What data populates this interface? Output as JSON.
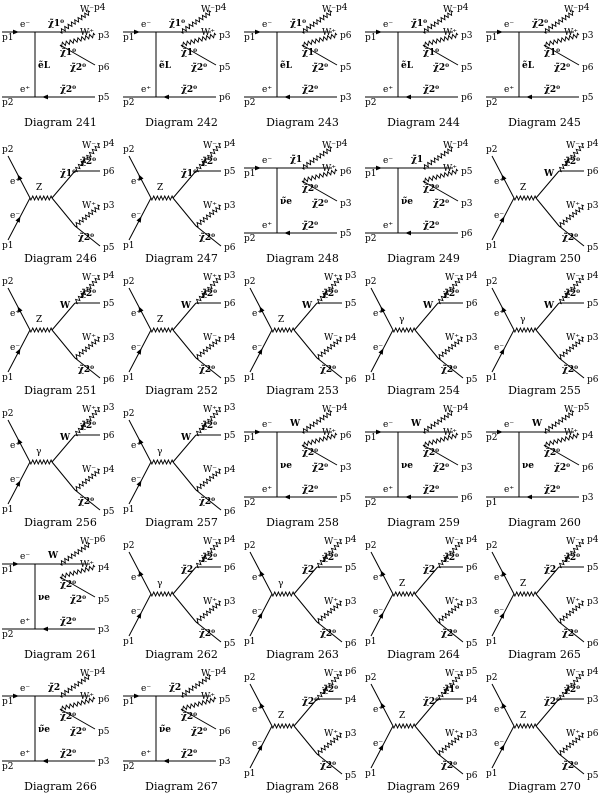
{
  "diagrams": [
    {
      "id": "241",
      "caption": "Diagram 241",
      "topology": "T",
      "labels": {
        "in_top": "p1",
        "in_bot": "p2",
        "prop": "χ̃1⁰",
        "prop2": "ẽL",
        "top_f": "e⁻",
        "bot_f": "e⁺",
        "o1": "p4",
        "o2": "p3",
        "o3": "p6",
        "o4": "p5",
        "b1": "W⁻",
        "b2": "W⁺",
        "n1": "χ̃1⁰",
        "n2": "χ̃2⁰",
        "n3": "χ̃2⁰"
      }
    },
    {
      "id": "242",
      "caption": "Diagram 242",
      "topology": "T",
      "labels": {
        "in_top": "p1",
        "in_bot": "p2",
        "prop": "χ̃1⁰",
        "prop2": "ẽL",
        "top_f": "e⁻",
        "bot_f": "e⁺",
        "o1": "p4",
        "o2": "p3",
        "o3": "p5",
        "o4": "p6",
        "b1": "W⁻",
        "b2": "W⁺",
        "n1": "χ̃1⁰",
        "n2": "χ̃2⁰",
        "n3": "χ̃2⁰"
      }
    },
    {
      "id": "243",
      "caption": "Diagram 243",
      "topology": "T",
      "labels": {
        "in_top": "p1",
        "in_bot": "p2",
        "prop": "χ̃1⁰",
        "prop2": "ẽL",
        "top_f": "e⁻",
        "bot_f": "e⁺",
        "o1": "p4",
        "o2": "p6",
        "o3": "p5",
        "o4": "p3",
        "b1": "W⁻",
        "b2": "W⁺",
        "n1": "χ̃1⁰",
        "n2": "χ̃2⁰",
        "n3": "χ̃2⁰"
      }
    },
    {
      "id": "244",
      "caption": "Diagram 244",
      "topology": "T",
      "labels": {
        "in_top": "p1",
        "in_bot": "p2",
        "prop": "χ̃1⁰",
        "prop2": "ẽL",
        "top_f": "e⁻",
        "bot_f": "e⁺",
        "o1": "p4",
        "o2": "p3",
        "o3": "p5",
        "o4": "p6",
        "b1": "W⁻",
        "b2": "W⁺",
        "n1": "χ̃1⁰",
        "n2": "χ̃2⁰",
        "n3": "χ̃2⁰"
      }
    },
    {
      "id": "245",
      "caption": "Diagram 245",
      "topology": "T",
      "labels": {
        "in_top": "p1",
        "in_bot": "p2",
        "prop": "χ̃2⁰",
        "prop2": "ẽL",
        "top_f": "e⁻",
        "bot_f": "e⁺",
        "o1": "p4",
        "o2": "p3",
        "o3": "p6",
        "o4": "p5",
        "b1": "W⁻",
        "b2": "W⁺",
        "n1": "χ̃1⁰",
        "n2": "χ̃2⁰",
        "n3": "χ̃2⁰"
      }
    },
    {
      "id": "246",
      "caption": "Diagram 246",
      "topology": "S",
      "labels": {
        "in_top": "p2",
        "in_bot": "p1",
        "boson": "Z",
        "f1": "e⁺",
        "f2": "e⁻",
        "o1": "p4",
        "o2": "p6",
        "o3": "p3",
        "o4": "p5",
        "b1": "W⁻",
        "b2": "W⁺",
        "n1": "χ̃1⁰",
        "n2": "χ̃2⁰",
        "n3": "χ̃2⁰"
      }
    },
    {
      "id": "247",
      "caption": "Diagram 247",
      "topology": "S",
      "labels": {
        "in_top": "p2",
        "in_bot": "p1",
        "boson": "Z",
        "f1": "e⁺",
        "f2": "e⁻",
        "o1": "p4",
        "o2": "p5",
        "o3": "p3",
        "o4": "p6",
        "b1": "W⁻",
        "b2": "W⁺",
        "n1": "χ̃1⁰",
        "n2": "χ̃2⁰",
        "n3": "χ̃2⁰"
      }
    },
    {
      "id": "248",
      "caption": "Diagram 248",
      "topology": "T",
      "labels": {
        "in_top": "p1",
        "in_bot": "p2",
        "prop": "χ̃1",
        "prop2": "ν̃e",
        "top_f": "e⁻",
        "bot_f": "e⁺",
        "o1": "p4",
        "o2": "p6",
        "o3": "p3",
        "o4": "p5",
        "b1": "W⁻",
        "b2": "W⁺",
        "n1": "χ̃2⁰",
        "n2": "χ̃2⁰",
        "n3": "χ̃2⁰"
      }
    },
    {
      "id": "249",
      "caption": "Diagram 249",
      "topology": "T",
      "labels": {
        "in_top": "p1",
        "in_bot": "p2",
        "prop": "χ̃1",
        "prop2": "ν̃e",
        "top_f": "e⁻",
        "bot_f": "e⁺",
        "o1": "p4",
        "o2": "p5",
        "o3": "p3",
        "o4": "p6",
        "b1": "W⁻",
        "b2": "W⁺",
        "n1": "χ̃2⁰",
        "n2": "χ̃2⁰",
        "n3": "χ̃2⁰"
      }
    },
    {
      "id": "250",
      "caption": "Diagram 250",
      "topology": "S",
      "labels": {
        "in_top": "p2",
        "in_bot": "p1",
        "boson": "Z",
        "f1": "e⁺",
        "f2": "e⁻",
        "o1": "p4",
        "o2": "p6",
        "o3": "p3",
        "o4": "p5",
        "b1": "W⁻",
        "b2": "W⁺",
        "n1": "W",
        "n2": "χ̃2⁰",
        "n3": "χ̃2⁰"
      }
    },
    {
      "id": "251",
      "caption": "Diagram 251",
      "topology": "S",
      "labels": {
        "in_top": "p2",
        "in_bot": "p1",
        "boson": "Z",
        "f1": "e⁺",
        "f2": "e⁻",
        "o1": "p4",
        "o2": "p5",
        "o3": "p3",
        "o4": "p6",
        "b1": "W⁻",
        "b2": "W⁺",
        "n1": "W",
        "n2": "χ̃2⁰",
        "n3": "χ̃2⁰"
      }
    },
    {
      "id": "252",
      "caption": "Diagram 252",
      "topology": "S",
      "labels": {
        "in_top": "p2",
        "in_bot": "p1",
        "boson": "Z",
        "f1": "e⁺",
        "f2": "e⁻",
        "o1": "p3",
        "o2": "p6",
        "o3": "p4",
        "o4": "p5",
        "b1": "W⁺",
        "b2": "W⁻",
        "n1": "W",
        "n2": "χ̃2⁰",
        "n3": "χ̃2⁰"
      }
    },
    {
      "id": "253",
      "caption": "Diagram 253",
      "topology": "S",
      "labels": {
        "in_top": "p2",
        "in_bot": "p1",
        "boson": "Z",
        "f1": "e⁺",
        "f2": "e⁻",
        "o1": "p3",
        "o2": "p5",
        "o3": "p4",
        "o4": "p6",
        "b1": "W⁺",
        "b2": "W⁻",
        "n1": "W",
        "n2": "χ̃2⁰",
        "n3": "χ̃2⁰"
      }
    },
    {
      "id": "254",
      "caption": "Diagram 254",
      "topology": "S",
      "labels": {
        "in_top": "p2",
        "in_bot": "p1",
        "boson": "γ",
        "f1": "e⁺",
        "f2": "e⁻",
        "o1": "p4",
        "o2": "p6",
        "o3": "p3",
        "o4": "p5",
        "b1": "W⁻",
        "b2": "W⁺",
        "n1": "W",
        "n2": "χ̃2⁰",
        "n3": "χ̃2⁰"
      }
    },
    {
      "id": "255",
      "caption": "Diagram 255",
      "topology": "S",
      "labels": {
        "in_top": "p2",
        "in_bot": "p1",
        "boson": "γ",
        "f1": "e⁺",
        "f2": "e⁻",
        "o1": "p4",
        "o2": "p5",
        "o3": "p3",
        "o4": "p6",
        "b1": "W⁻",
        "b2": "W⁺",
        "n1": "W",
        "n2": "χ̃2⁰",
        "n3": "χ̃2⁰"
      }
    },
    {
      "id": "256",
      "caption": "Diagram 256",
      "topology": "S",
      "labels": {
        "in_top": "p2",
        "in_bot": "p1",
        "boson": "γ",
        "f1": "e⁺",
        "f2": "e⁻",
        "o1": "p3",
        "o2": "p6",
        "o3": "p4",
        "o4": "p5",
        "b1": "W⁺",
        "b2": "W⁻",
        "n1": "W",
        "n2": "χ̃2⁰",
        "n3": "χ̃2⁰"
      }
    },
    {
      "id": "257",
      "caption": "Diagram 257",
      "topology": "S",
      "labels": {
        "in_top": "p2",
        "in_bot": "p1",
        "boson": "γ",
        "f1": "e⁺",
        "f2": "e⁻",
        "o1": "p3",
        "o2": "p5",
        "o3": "p4",
        "o4": "p6",
        "b1": "W⁺",
        "b2": "W⁻",
        "n1": "W",
        "n2": "χ̃2⁰",
        "n3": "χ̃2⁰"
      }
    },
    {
      "id": "258",
      "caption": "Diagram 258",
      "topology": "T",
      "labels": {
        "in_top": "p1",
        "in_bot": "p2",
        "prop": "W",
        "prop2": "νe",
        "top_f": "e⁻",
        "bot_f": "e⁺",
        "o1": "p4",
        "o2": "p6",
        "o3": "p3",
        "o4": "p5",
        "b1": "W⁻",
        "b2": "W⁺",
        "n1": "χ̃2⁰",
        "n2": "χ̃2⁰",
        "n3": "χ̃2⁰"
      }
    },
    {
      "id": "259",
      "caption": "Diagram 259",
      "topology": "T",
      "labels": {
        "in_top": "p1",
        "in_bot": "p2",
        "prop": "W",
        "prop2": "νe",
        "top_f": "e⁻",
        "bot_f": "e⁺",
        "o1": "p4",
        "o2": "p5",
        "o3": "p3",
        "o4": "p6",
        "b1": "W⁻",
        "b2": "W⁺",
        "n1": "χ̃2⁰",
        "n2": "χ̃2⁰",
        "n3": "χ̃2⁰"
      }
    },
    {
      "id": "260",
      "caption": "Diagram 260",
      "topology": "T",
      "labels": {
        "in_top": "p2",
        "in_bot": "p1",
        "prop": "W",
        "prop2": "νe",
        "top_f": "e⁻",
        "bot_f": "e⁺",
        "o1": "p5",
        "o2": "p4",
        "o3": "p6",
        "o4": "p3",
        "b1": "W⁻",
        "b2": "W⁺",
        "n1": "χ̃2⁰",
        "n2": "χ̃2⁰",
        "n3": "χ̃2⁰"
      }
    },
    {
      "id": "261",
      "caption": "Diagram 261",
      "topology": "T",
      "labels": {
        "in_top": "p1",
        "in_bot": "p2",
        "prop": "W",
        "prop2": "νe",
        "top_f": "e⁻",
        "bot_f": "e⁺",
        "o1": "p6",
        "o2": "p4",
        "o3": "p5",
        "o4": "p3",
        "b1": "W⁻",
        "b2": "W⁺",
        "n1": "χ̃2⁰",
        "n2": "χ̃2⁰",
        "n3": "χ̃2⁰"
      }
    },
    {
      "id": "262",
      "caption": "Diagram 262",
      "topology": "S",
      "labels": {
        "in_top": "p2",
        "in_bot": "p1",
        "boson": "γ",
        "f1": "e⁺",
        "f2": "e⁻",
        "o1": "p4",
        "o2": "p6",
        "o3": "p3",
        "o4": "p5",
        "b1": "W⁻",
        "b2": "W⁺",
        "n1": "χ̃2",
        "n2": "χ̃2⁰",
        "n3": "χ̃2⁰"
      }
    },
    {
      "id": "263",
      "caption": "Diagram 263",
      "topology": "S",
      "labels": {
        "in_top": "p2",
        "in_bot": "p1",
        "boson": "γ",
        "f1": "e⁺",
        "f2": "e⁻",
        "o1": "p4",
        "o2": "p5",
        "o3": "p3",
        "o4": "p6",
        "b1": "W⁻",
        "b2": "W⁺",
        "n1": "χ̃2",
        "n2": "χ̃2⁰",
        "n3": "χ̃2⁰"
      }
    },
    {
      "id": "264",
      "caption": "Diagram 264",
      "topology": "S",
      "labels": {
        "in_top": "p2",
        "in_bot": "p1",
        "boson": "Z",
        "f1": "e⁺",
        "f2": "e⁻",
        "o1": "p4",
        "o2": "p6",
        "o3": "p3",
        "o4": "p5",
        "b1": "W⁻",
        "b2": "W⁺",
        "n1": "χ̃2",
        "n2": "χ̃2⁰",
        "n3": "χ̃2⁰"
      }
    },
    {
      "id": "265",
      "caption": "Diagram 265",
      "topology": "S",
      "labels": {
        "in_top": "p2",
        "in_bot": "p1",
        "boson": "Z",
        "f1": "e⁺",
        "f2": "e⁻",
        "o1": "p4",
        "o2": "p5",
        "o3": "p3",
        "o4": "p6",
        "b1": "W⁻",
        "b2": "W⁺",
        "n1": "χ̃2",
        "n2": "χ̃2⁰",
        "n3": "χ̃2⁰"
      }
    },
    {
      "id": "266",
      "caption": "Diagram 266",
      "topology": "T",
      "labels": {
        "in_top": "p1",
        "in_bot": "p2",
        "prop": "χ̃2",
        "prop2": "ν̃e",
        "top_f": "e⁻",
        "bot_f": "e⁺",
        "o1": "p4",
        "o2": "p6",
        "o3": "p5",
        "o4": "p3",
        "b1": "W⁻",
        "b2": "W⁺",
        "n1": "χ̃2⁰",
        "n2": "χ̃2⁰",
        "n3": "χ̃2⁰"
      }
    },
    {
      "id": "267",
      "caption": "Diagram 267",
      "topology": "T",
      "labels": {
        "in_top": "p1",
        "in_bot": "p2",
        "prop": "χ̃2",
        "prop2": "ν̃e",
        "top_f": "e⁻",
        "bot_f": "e⁺",
        "o1": "p4",
        "o2": "p5",
        "o3": "p6",
        "o4": "p3",
        "b1": "W⁻",
        "b2": "W⁺",
        "n1": "χ̃2⁰",
        "n2": "χ̃2⁰",
        "n3": "χ̃2⁰"
      }
    },
    {
      "id": "268",
      "caption": "Diagram 268",
      "topology": "S",
      "labels": {
        "in_top": "p2",
        "in_bot": "p1",
        "boson": "Z",
        "f1": "e⁺",
        "f2": "e⁻",
        "o1": "p6",
        "o2": "p4",
        "o3": "p3",
        "o4": "p5",
        "b1": "W⁻",
        "b2": "W⁺",
        "n1": "χ̃2⁰",
        "n2": "χ̃2⁰",
        "n3": "χ̃2⁰"
      }
    },
    {
      "id": "269",
      "caption": "Diagram 269",
      "topology": "S",
      "labels": {
        "in_top": "p2",
        "in_bot": "p1",
        "boson": "Z",
        "f1": "e⁺",
        "f2": "e⁻",
        "o1": "p5",
        "o2": "p4",
        "o3": "p3",
        "o4": "p6",
        "b1": "W⁻",
        "b2": "W⁺",
        "n1": "χ̃2⁰",
        "n2": "χ̃1⁰",
        "n3": "χ̃2⁰"
      }
    },
    {
      "id": "270",
      "caption": "Diagram 270",
      "topology": "S",
      "labels": {
        "in_top": "p2",
        "in_bot": "p1",
        "boson": "Z",
        "f1": "e⁺",
        "f2": "e⁻",
        "o1": "p4",
        "o2": "p3",
        "o3": "p6",
        "o4": "p5",
        "b1": "W⁻",
        "b2": "W⁺",
        "n1": "χ̃2⁰",
        "n2": "χ̃2⁰",
        "n3": "χ̃2⁰"
      }
    }
  ]
}
